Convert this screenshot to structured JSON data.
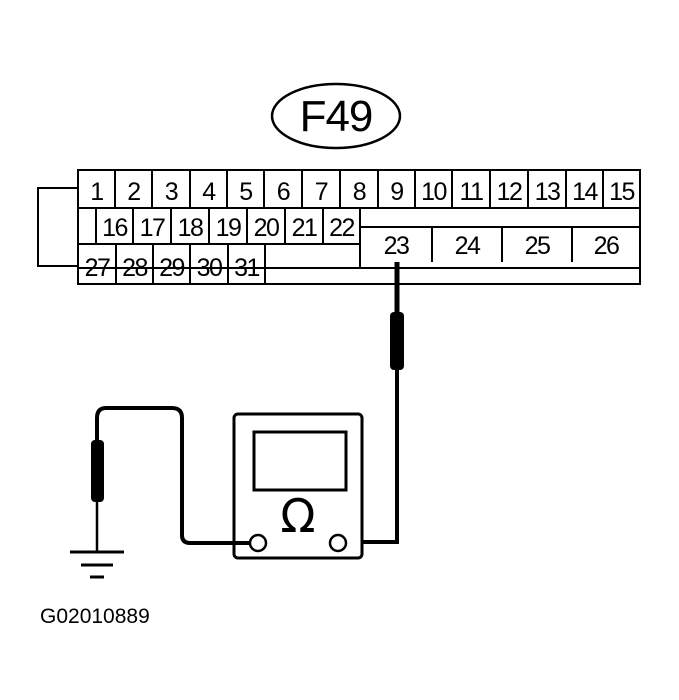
{
  "connector": {
    "label": "F49",
    "row1_pins": [
      "1",
      "2",
      "3",
      "4",
      "5",
      "6",
      "7",
      "8",
      "9",
      "10",
      "11",
      "12",
      "13",
      "14",
      "15"
    ],
    "row2_pins": [
      "16",
      "17",
      "18",
      "19",
      "20",
      "21",
      "22"
    ],
    "row3_pins": [
      "27",
      "28",
      "29",
      "30",
      "31"
    ],
    "wide_pins": [
      "23",
      "24",
      "25",
      "26"
    ],
    "probe_pin": "23"
  },
  "meter": {
    "symbol": "Ω"
  },
  "figure_code": "G02010889"
}
